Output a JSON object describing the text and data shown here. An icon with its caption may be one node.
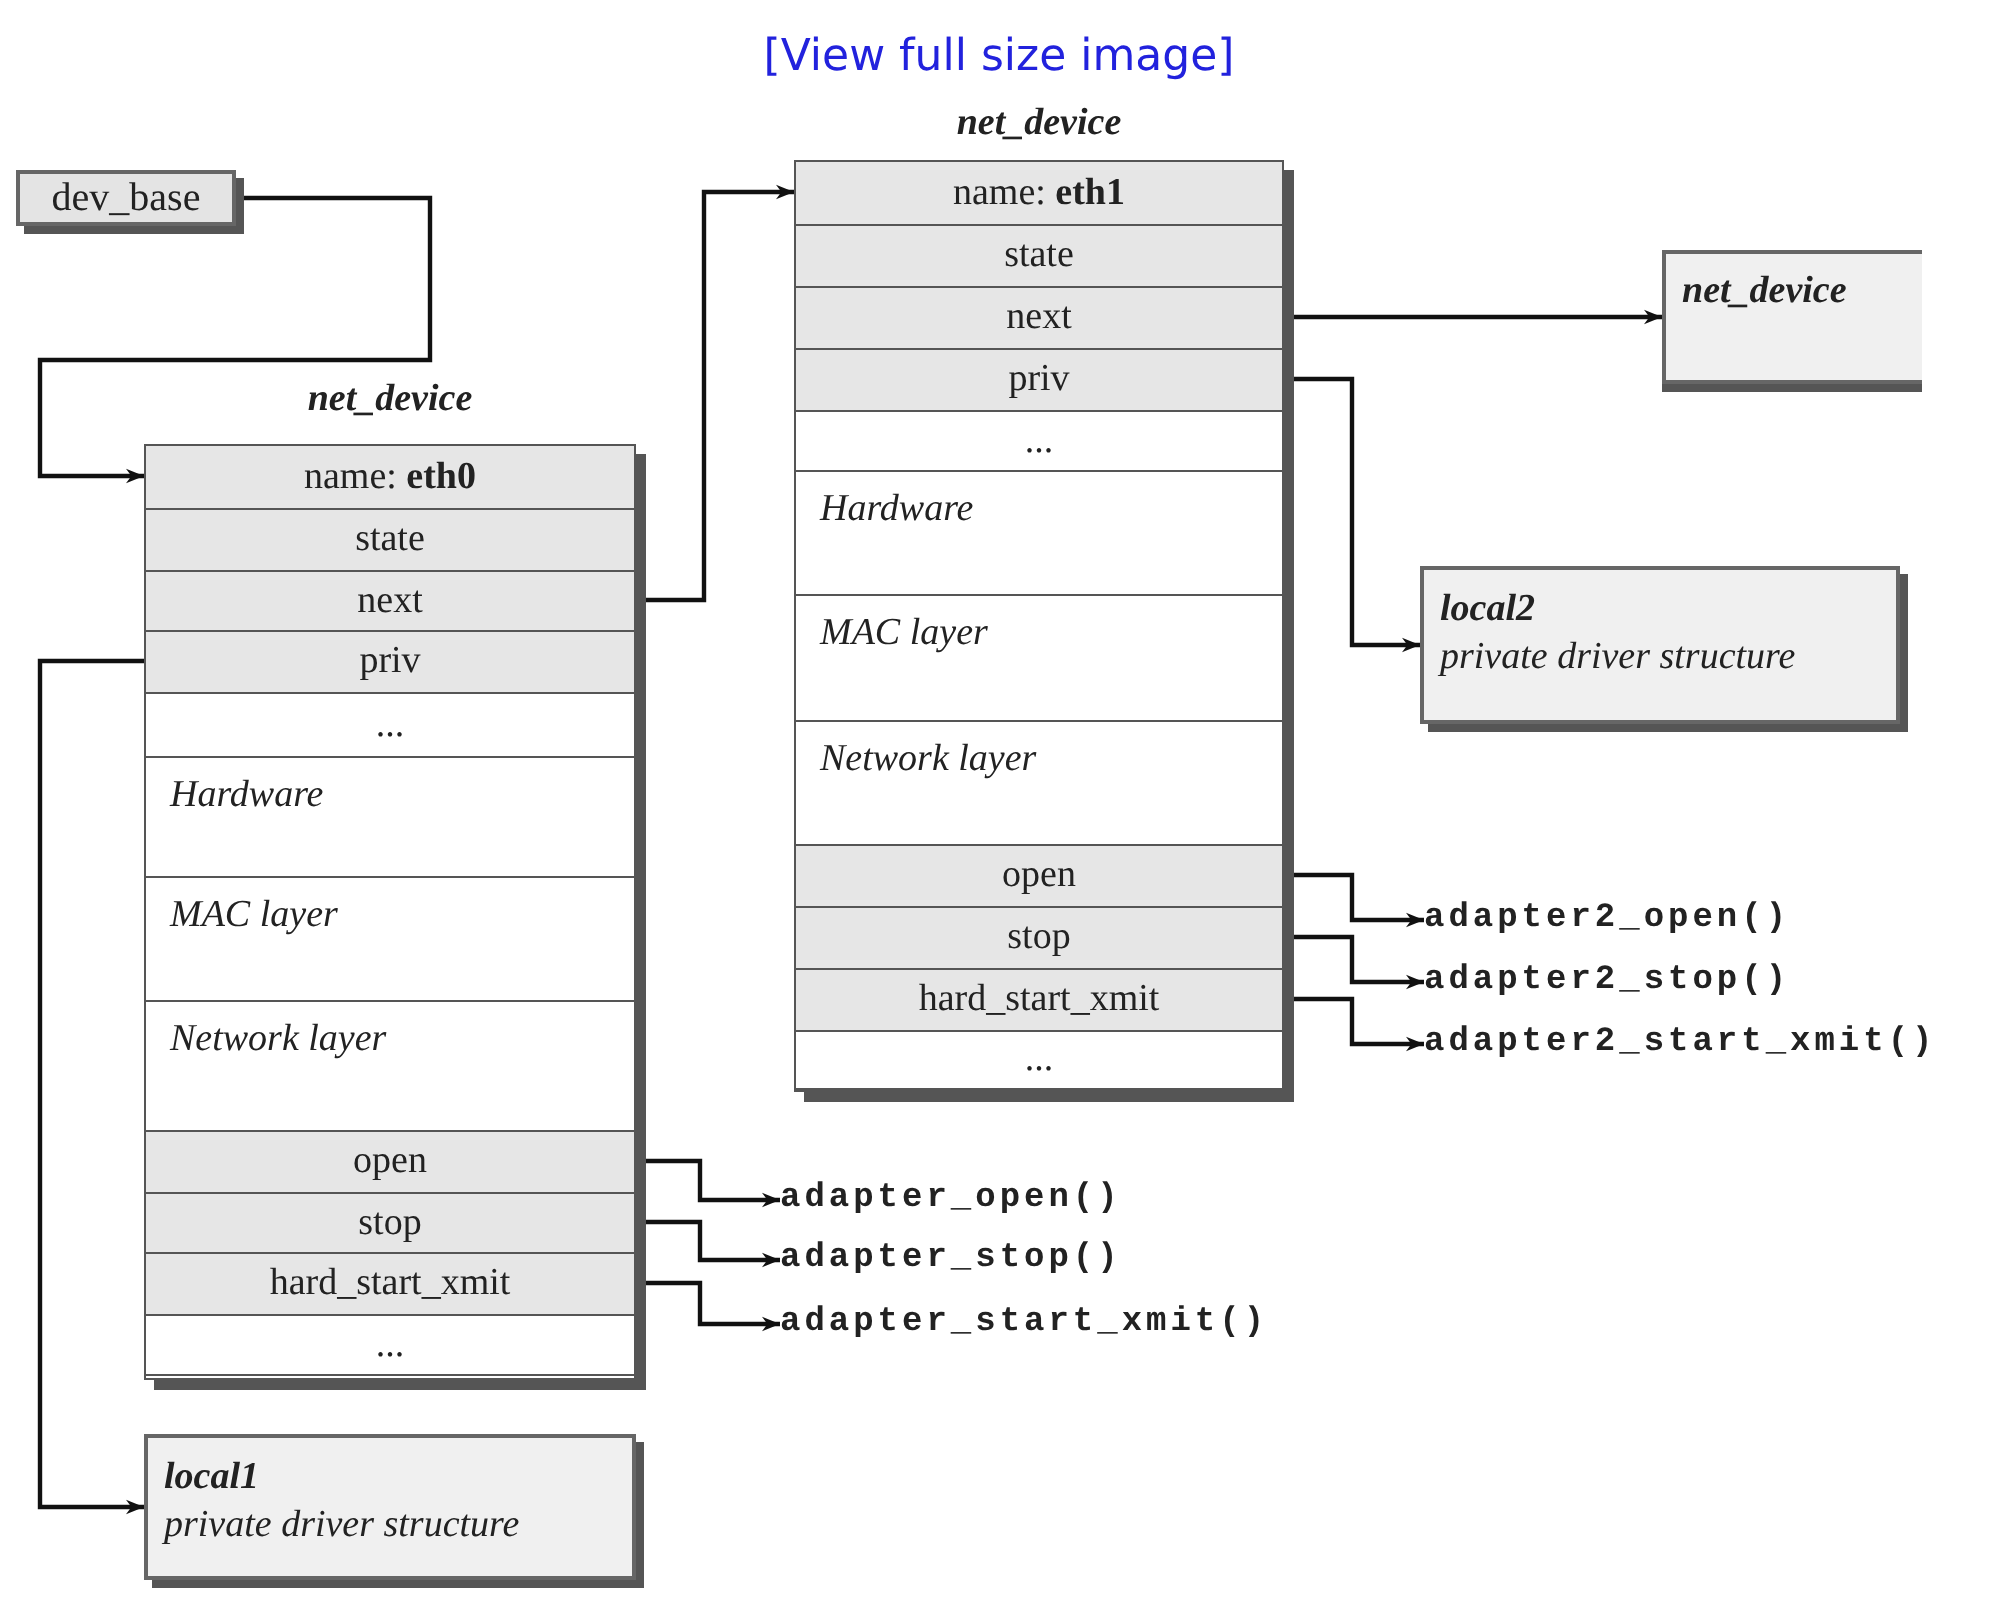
{
  "diagram": {
    "nodes": [
      {
        "text": [
          "dev_base"
        ]
      },
      {
        "text": [
          "net_device"
        ]
      },
      {
        "text": [
          "name: **eth0**"
        ],
        "in": 1
      },
      {
        "text": [
          "state"
        ],
        "in": 1
      },
      {
        "text": [
          "next"
        ],
        "in": 1
      },
      {
        "text": [
          "priv"
        ],
        "in": 1
      },
      {
        "text": [
          "..."
        ],
        "in": 1
      },
      {
        "text": [
          "Hardware"
        ],
        "in": 1
      },
      {
        "text": [
          "MAC layer"
        ],
        "in": 1
      },
      {
        "text": [
          "Network layer"
        ],
        "in": 1
      },
      {
        "text": [
          "open"
        ],
        "in": 1
      },
      {
        "text": [
          "stop"
        ],
        "in": 1
      },
      {
        "text": [
          "hard_start_xmit"
        ],
        "in": 1
      },
      {
        "text": [
          "..."
        ],
        "in": 1
      },
      {
        "text": [
          "net_device"
        ]
      },
      {
        "text": [
          "name: **eth1**"
        ],
        "in": 14
      },
      {
        "text": [
          "state"
        ],
        "in": 14
      },
      {
        "text": [
          "next"
        ],
        "in": 14
      },
      {
        "text": [
          "priv"
        ],
        "in": 14
      },
      {
        "text": [
          "..."
        ],
        "in": 14
      },
      {
        "text": [
          "Hardware"
        ],
        "in": 14
      },
      {
        "text": [
          "MAC layer"
        ],
        "in": 14
      },
      {
        "text": [
          "Network layer"
        ],
        "in": 14
      },
      {
        "text": [
          "open"
        ],
        "in": 14
      },
      {
        "text": [
          "stop"
        ],
        "in": 14
      },
      {
        "text": [
          "hard_start_xmit"
        ],
        "in": 14
      },
      {
        "text": [
          "..."
        ],
        "in": 14
      },
      {
        "text": [
          "net_device"
        ]
      },
      {
        "text": [
          "local2",
          "private driver structure"
        ]
      },
      {
        "text": [
          "adapter2_open()"
        ]
      },
      {
        "text": [
          "adapter2_stop()"
        ]
      },
      {
        "text": [
          "adapter2_start_xmit()"
        ]
      },
      {
        "text": [
          "adapter_open()"
        ]
      },
      {
        "text": [
          "adapter_stop()"
        ]
      },
      {
        "text": [
          "adapter_start_xmit()"
        ]
      },
      {
        "text": [
          "local1",
          "private driver structure"
        ]
      }
    ],
    "edges": [
      {
        "from": 0,
        "to": 2,
        "arrow": "to"
      },
      {
        "from": 4,
        "to": 15,
        "arrow": "to"
      },
      {
        "from": 5,
        "to": 35,
        "arrow": "to"
      },
      {
        "from": 10,
        "to": 32,
        "arrow": "to"
      },
      {
        "from": 11,
        "to": 33,
        "arrow": "to"
      },
      {
        "from": 12,
        "to": 34,
        "arrow": "to"
      },
      {
        "from": 17,
        "to": 27,
        "arrow": "to"
      },
      {
        "from": 18,
        "to": 28,
        "arrow": "to"
      },
      {
        "from": 23,
        "to": 29,
        "arrow": "to"
      },
      {
        "from": 24,
        "to": 30,
        "arrow": "to"
      },
      {
        "from": 25,
        "to": 31,
        "arrow": "to"
      }
    ],
    "labels": [
      "[View full size image]"
    ]
  }
}
